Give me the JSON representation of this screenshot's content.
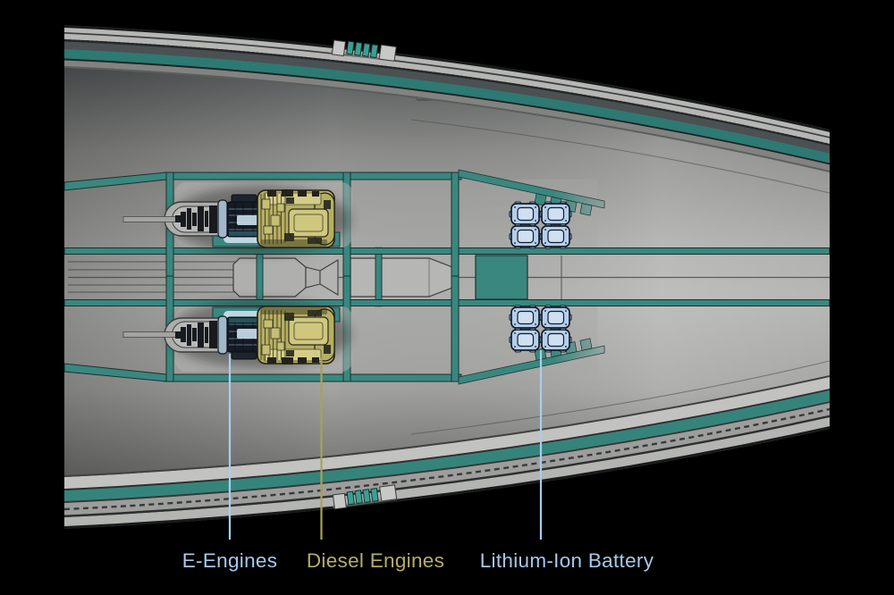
{
  "figure": {
    "kind": "engineering-cutaway-diagram",
    "view": "hull top view with machinery arrangement"
  },
  "labels": {
    "e_engines": {
      "text": "E-Engines",
      "color": "#a6c8e8",
      "line_color": "#a8cdec"
    },
    "diesel_engines": {
      "text": "Diesel Engines",
      "color": "#b5ad6b",
      "line_color": "#a9a15b"
    },
    "battery": {
      "text": "Lithium-Ion Battery",
      "color": "#a6c8e8",
      "line_color": "#a8cdec"
    }
  },
  "components": {
    "e_engine": {
      "label": "E-Engines",
      "count": 2,
      "body_color": "#141b24",
      "accent_color": "#c9dbe9"
    },
    "diesel_engine": {
      "label": "Diesel Engines",
      "count": 2,
      "body_color": "#b6ae62"
    },
    "battery_bank": {
      "label": "Lithium-Ion Battery",
      "banks": 2,
      "modules_per_bank": 4,
      "module_color": "#b4cfeb"
    }
  },
  "colors": {
    "background": "#000000",
    "teal": "#3a877f",
    "teal_stripe": "#2c7a73",
    "teal_stripe_bottom": "#35847c",
    "hull_light": "#b6b6b4",
    "hull_band_dark": "#4b5153",
    "battery": "#b4cfeb",
    "battery_inner": "#cfe0f3",
    "diesel": "#b6ae62",
    "diesel_light": "#d6cf8c",
    "motor_dark": "#141b24",
    "label_blue": "#a6c8e8",
    "label_khaki": "#b5ad6b"
  }
}
